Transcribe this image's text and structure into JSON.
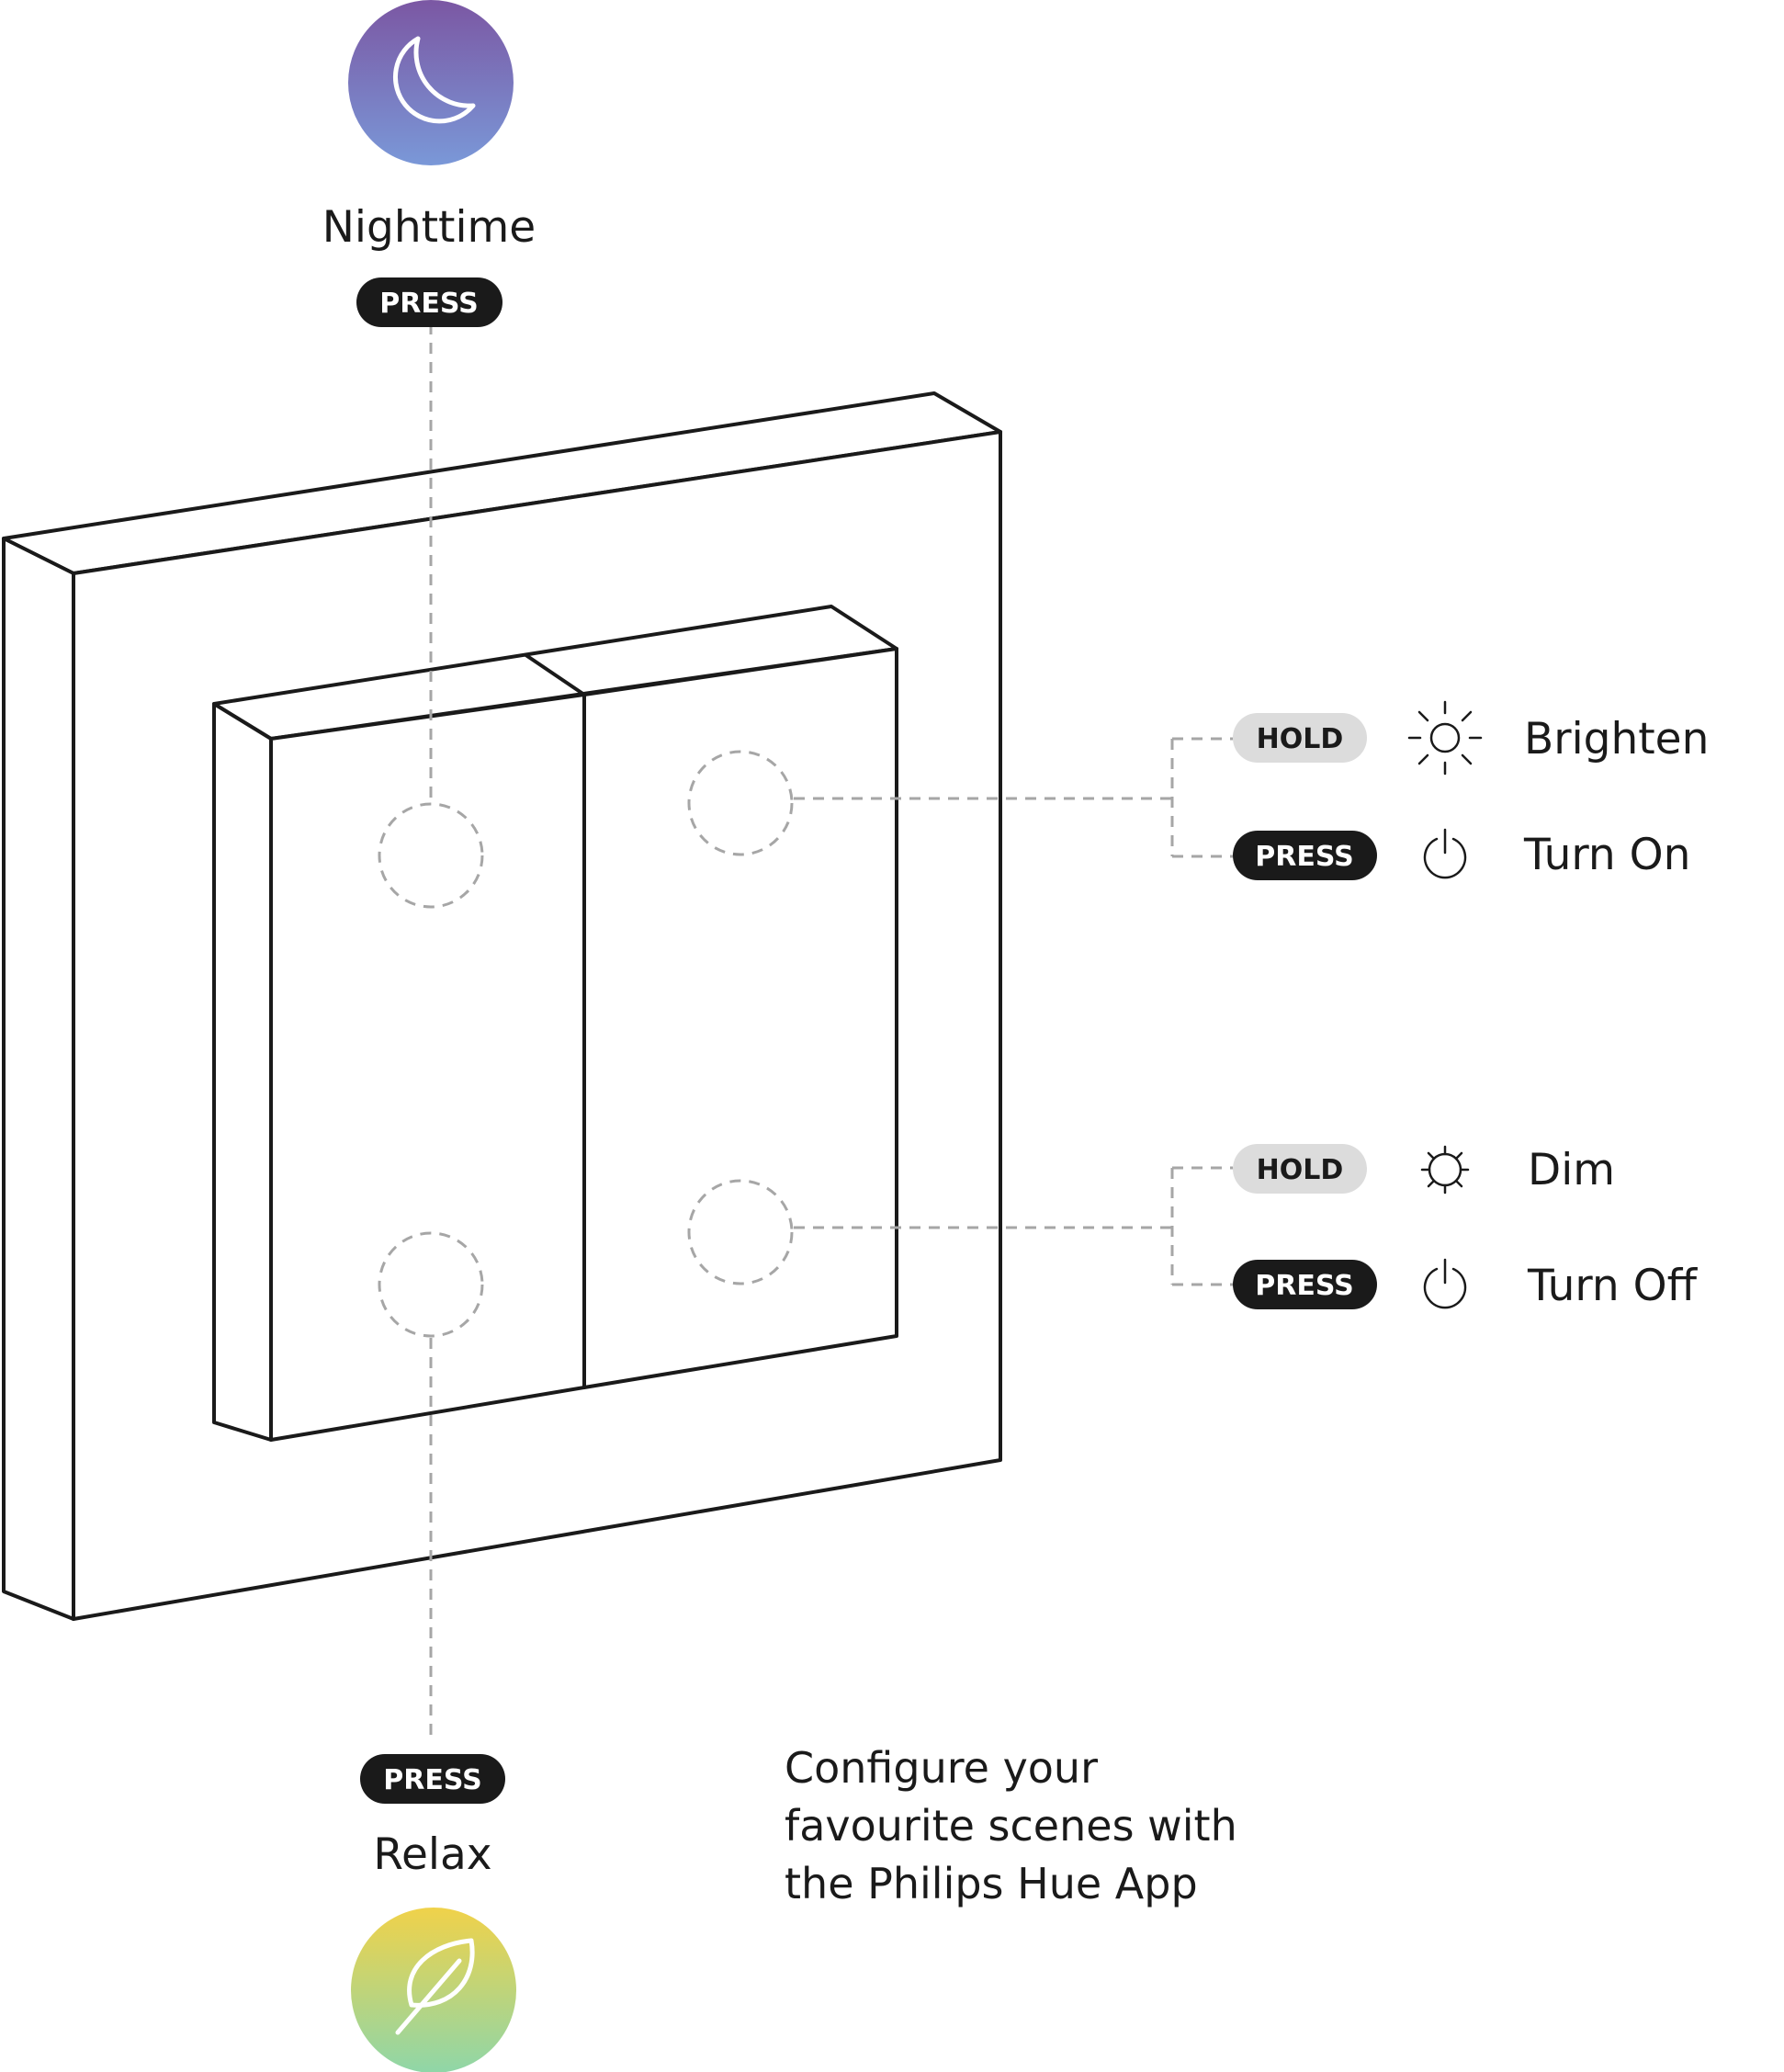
{
  "scenes": {
    "top": {
      "label": "Nighttime",
      "action": "PRESS",
      "icon": "moon-icon",
      "gradient": [
        "#7b57a3",
        "#7a98d8"
      ]
    },
    "bottom": {
      "label": "Relax",
      "action": "PRESS",
      "icon": "leaf-icon",
      "gradient": [
        "#f0d24a",
        "#8fd6a8"
      ]
    }
  },
  "controls": {
    "upper": [
      {
        "action": "HOLD",
        "label": "Brighten",
        "icon": "sun-bright-icon"
      },
      {
        "action": "PRESS",
        "label": "Turn On",
        "icon": "power-icon"
      }
    ],
    "lower": [
      {
        "action": "HOLD",
        "label": "Dim",
        "icon": "sun-dim-icon"
      },
      {
        "action": "PRESS",
        "label": "Turn Off",
        "icon": "power-icon"
      }
    ]
  },
  "caption": {
    "lines": [
      "Configure your",
      "favourite scenes with",
      "the Philips Hue App"
    ]
  },
  "colors": {
    "press_pill": "#1a1a1a",
    "hold_pill": "#dcdcdc",
    "line": "#1a1a1a",
    "dashed": "#a6a6a6"
  }
}
